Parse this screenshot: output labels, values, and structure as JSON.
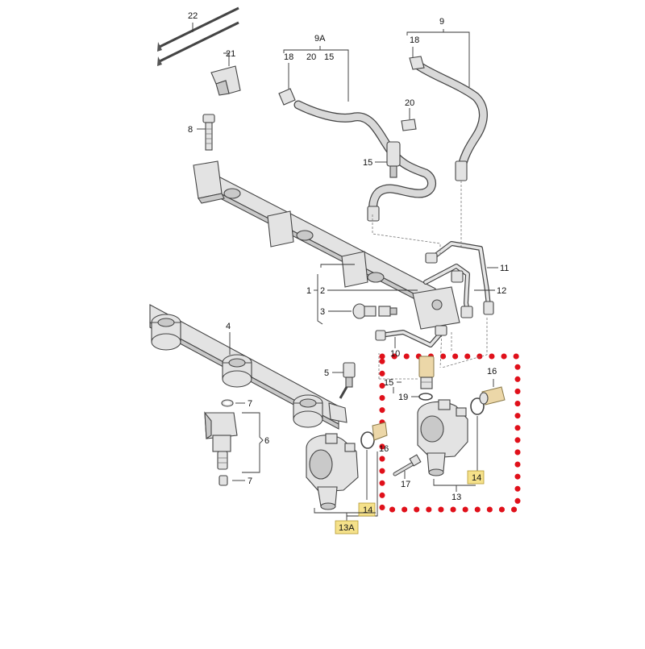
{
  "diagram": {
    "callouts": {
      "c22": "22",
      "c21": "21",
      "c8": "8",
      "c9": "9",
      "c9a": "9A",
      "c18a": "18",
      "c20a": "20",
      "c15a": "15",
      "c18b": "18",
      "c20b": "20",
      "c15b": "15",
      "c11": "11",
      "c12": "12",
      "c1": "1",
      "c2": "2",
      "c3": "3",
      "c4": "4",
      "c10": "10",
      "c5": "5",
      "c16a": "16",
      "c15c": "15",
      "c19": "19",
      "c7a": "7",
      "c6": "6",
      "c7b": "7",
      "c16b": "16",
      "c17": "17",
      "c14a": "14",
      "c13": "13",
      "c14b": "14",
      "c13a": "13A"
    },
    "highlighted": [
      "14",
      "13A",
      "14"
    ],
    "colors": {
      "highlight_box": "#e0101a",
      "label_highlight": "#f5e18a",
      "line": "#333333"
    }
  }
}
